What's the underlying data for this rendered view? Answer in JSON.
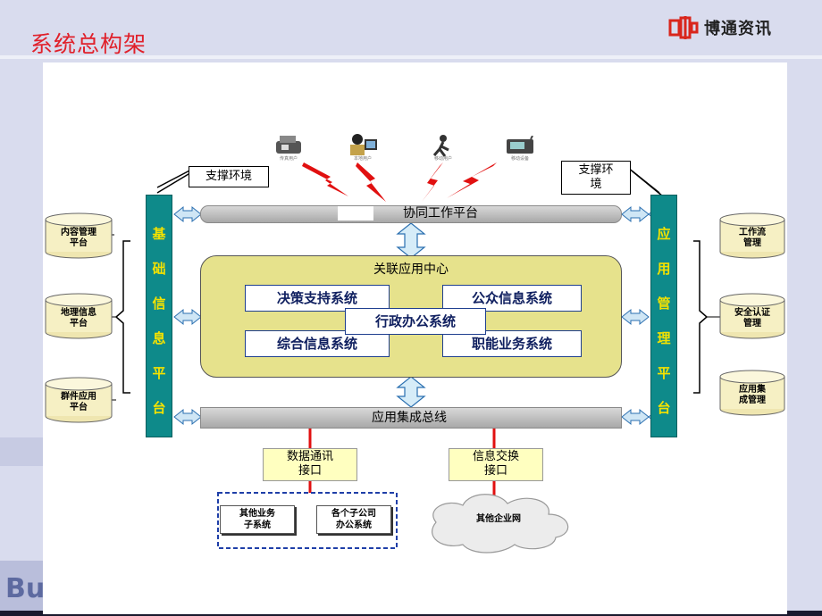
{
  "slide": {
    "title": "系统总构架",
    "brand": "博通资讯",
    "watermark": "Bu"
  },
  "top_users": [
    {
      "icon": "fax-phone-icon",
      "label": "传真用户"
    },
    {
      "icon": "desktop-user-icon",
      "label": "本地用户"
    },
    {
      "icon": "mobile-user-icon",
      "label": "移动用户"
    },
    {
      "icon": "mobile-device-icon",
      "label": "移动设备"
    }
  ],
  "support_env_left": "支撑环境",
  "support_env_right": [
    "支撑环",
    "境"
  ],
  "left_pillar": [
    "基",
    "础",
    "信",
    "息",
    "平",
    "台"
  ],
  "right_pillar": [
    "应",
    "用",
    "管",
    "理",
    "平",
    "台"
  ],
  "left_platforms": [
    [
      "内容管理",
      "平台"
    ],
    [
      "地理信息",
      "平台"
    ],
    [
      "群件应用",
      "平台"
    ]
  ],
  "right_platforms": [
    [
      "工作流",
      "管理"
    ],
    [
      "安全认证",
      "管理"
    ],
    [
      "应用集",
      "成管理"
    ]
  ],
  "collab_bar": "协同工作平台",
  "center": {
    "title": "关联应用中心",
    "systems": [
      "决策支持系统",
      "公众信息系统",
      "行政办公系统",
      "综合信息系统",
      "职能业务系统"
    ]
  },
  "integration_bus": "应用集成总线",
  "interfaces": [
    [
      "数据通讯",
      "接口"
    ],
    [
      "信息交换",
      "接口"
    ]
  ],
  "subsystems": [
    [
      "其他业务",
      "子系统"
    ],
    [
      "各个子公司",
      "办公系统"
    ]
  ],
  "cloud_label": "其他企业网",
  "colors": {
    "pillar": "#0e8a8a",
    "pillar_text": "#f4e200",
    "center_fill": "#e6e28c",
    "title_red": "#e0202a",
    "link_red": "#e11010"
  }
}
